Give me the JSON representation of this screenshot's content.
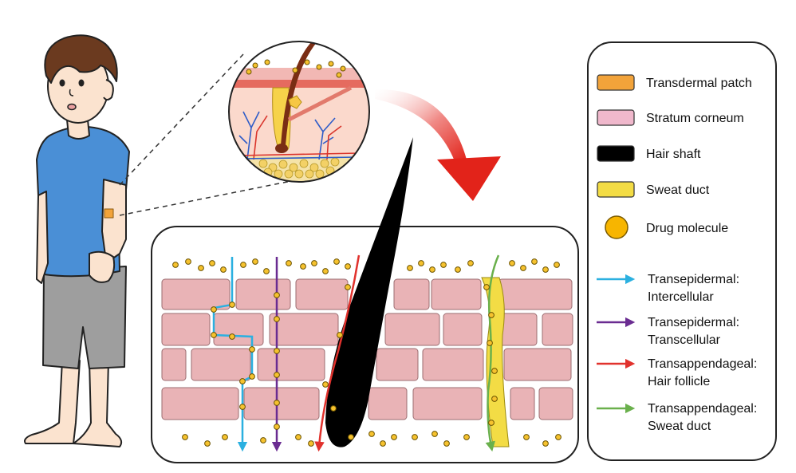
{
  "legend": {
    "items": [
      {
        "id": "patch",
        "label": "Transdermal patch",
        "color": "#F2A33A",
        "symbol": "rect"
      },
      {
        "id": "stratum",
        "label": "Stratum corneum",
        "color": "#F0B8CC",
        "symbol": "rect"
      },
      {
        "id": "hair",
        "label": "Hair shaft",
        "color": "#000000",
        "symbol": "rect"
      },
      {
        "id": "sweat",
        "label": "Sweat duct",
        "color": "#F3DC45",
        "symbol": "rect"
      },
      {
        "id": "drug",
        "label": "Drug molecule",
        "color": "#F7B500",
        "symbol": "circle"
      }
    ],
    "routes": [
      {
        "id": "intercellular",
        "line1": "Transepidermal:",
        "line2": "Intercellular",
        "color": "#2BB0E0"
      },
      {
        "id": "transcellular",
        "line1": "Transepidermal:",
        "line2": "Transcellular",
        "color": "#6A2C91"
      },
      {
        "id": "hair-follicle",
        "line1": "Transappendageal:",
        "line2": "Hair follicle",
        "color": "#E1322D"
      },
      {
        "id": "sweat-duct",
        "line1": "Transappendageal:",
        "line2": "Sweat duct",
        "color": "#6AB04C"
      }
    ]
  },
  "colors": {
    "brick": "#E9B3B6",
    "brick_stroke": "#9B6C70",
    "molecule": "#F6C22E",
    "molecule_stroke": "#6B5300",
    "skin": "#FBE3CF",
    "shirt": "#4A8FD6",
    "shorts": "#9E9E9E",
    "hair": "#6B3A1F",
    "arrow_red": "#E2231A"
  }
}
